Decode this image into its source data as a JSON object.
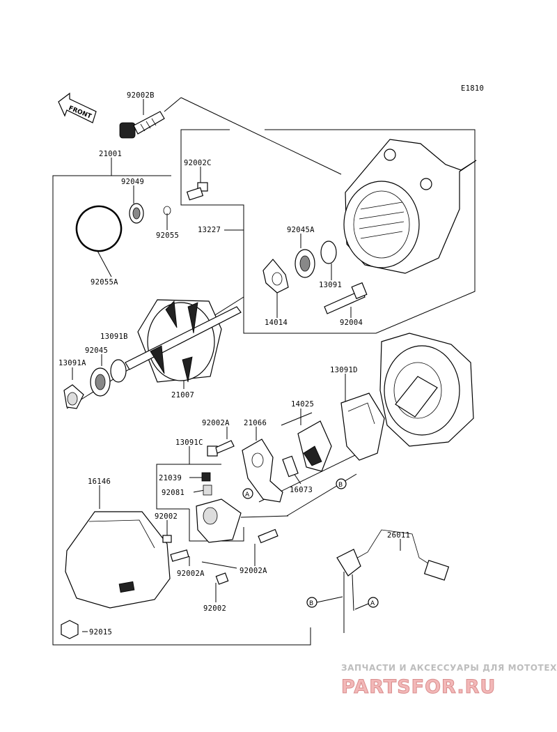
{
  "diagram_code": "E1810",
  "front_label": "FRONT",
  "callout_a": "A",
  "callout_b": "B",
  "labels": {
    "p92002B": "92002B",
    "p21001": "21001",
    "p92002C": "92002C",
    "p92049": "92049",
    "p92055": "92055",
    "p13227": "13227",
    "p92045A": "92045A",
    "p92055A": "92055A",
    "p13091": "13091",
    "p14014": "14014",
    "p92004": "92004",
    "p13091B": "13091B",
    "p92045": "92045",
    "p13091A": "13091A",
    "p21007": "21007",
    "p13091D": "13091D",
    "p14025": "14025",
    "p92002A_1": "92002A",
    "p21066": "21066",
    "p13091C": "13091C",
    "p16146": "16146",
    "p21039": "21039",
    "p92081": "92081",
    "p16073": "16073",
    "p92002_1": "92002",
    "p92002A_2": "92002A",
    "p92002A_3": "92002A",
    "p92002_2": "92002",
    "p26011": "26011",
    "p92015": "92015"
  },
  "watermark": {
    "tagline": "ЗАПЧАСТИ И АКСЕССУАРЫ ДЛЯ МОТОТЕХНИКИ",
    "brand": "PARTSFOR.RU"
  }
}
